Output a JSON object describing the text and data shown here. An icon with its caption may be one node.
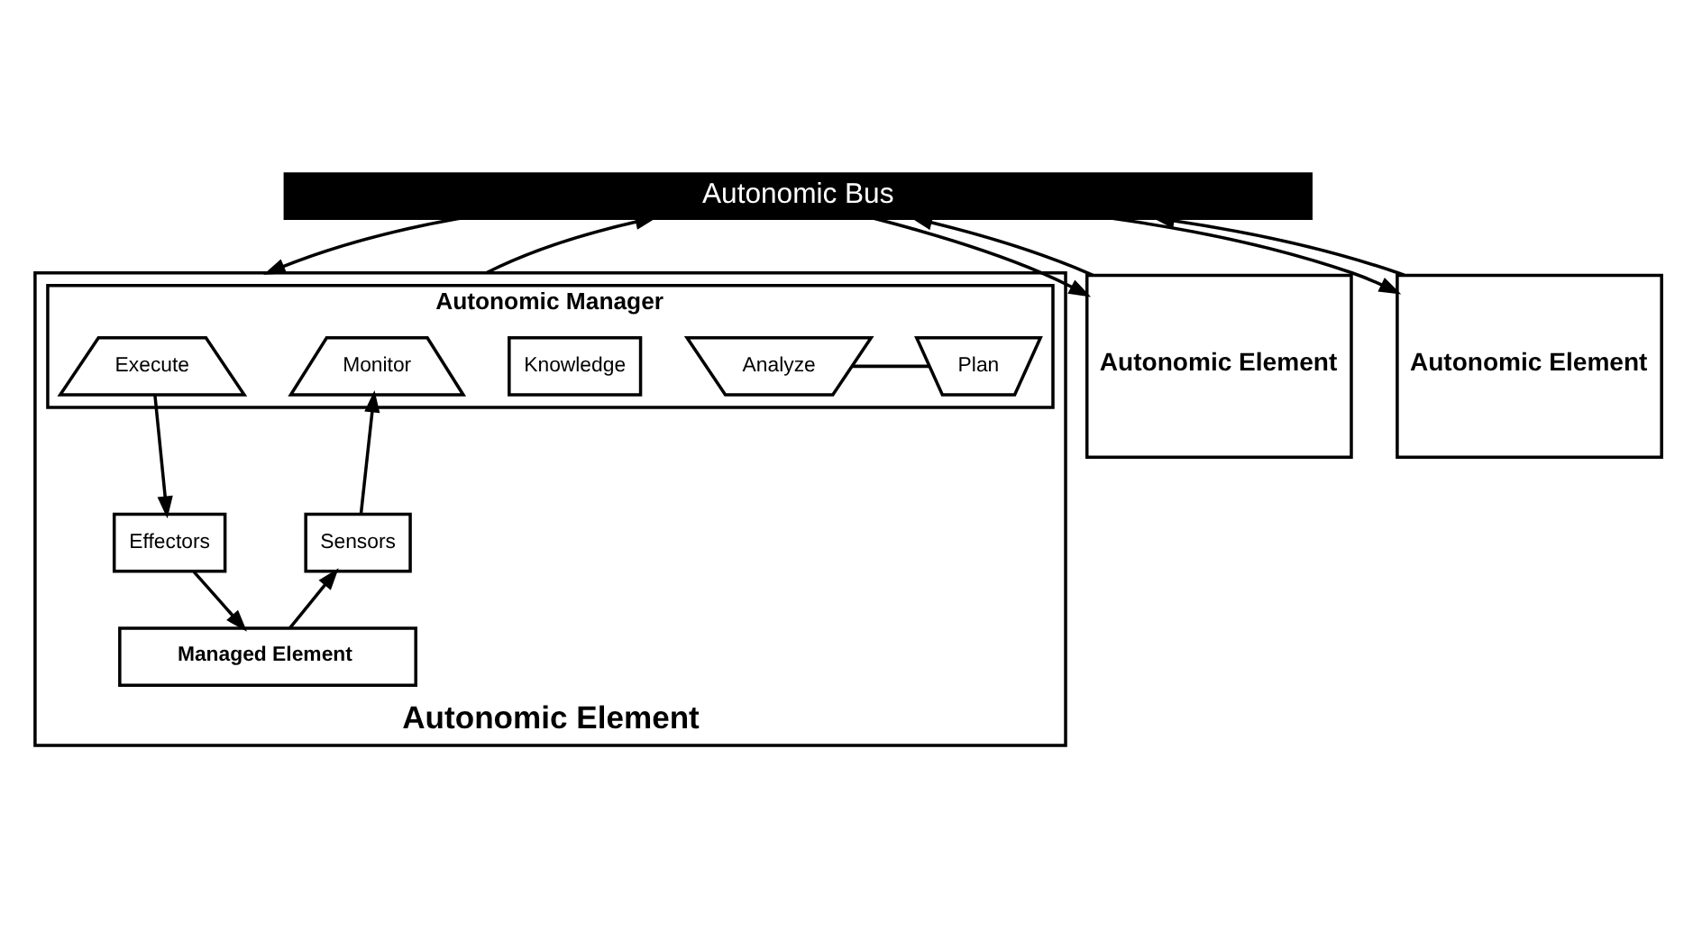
{
  "diagram": {
    "nodes": [
      {
        "text": [
          "Autonomic Bus"
        ]
      },
      {
        "text": [
          "Autonomic Element"
        ]
      },
      {
        "text": [
          "Autonomic Manager"
        ],
        "in": 1
      },
      {
        "text": [
          "Analyze"
        ],
        "in": 2
      },
      {
        "text": [
          "Plan"
        ],
        "in": 2
      },
      {
        "text": [
          "Knowledge"
        ],
        "in": 2
      },
      {
        "text": [
          "Monitor"
        ],
        "in": 2
      },
      {
        "text": [
          "Execute"
        ],
        "in": 2
      },
      {
        "text": [
          "Sensors"
        ],
        "in": 1
      },
      {
        "text": [
          "Effectors"
        ],
        "in": 1
      },
      {
        "text": [
          "Managed Element"
        ],
        "in": 1
      },
      {
        "text": [
          "Autonomic Element"
        ]
      },
      {
        "text": [
          "Autonomic Element"
        ]
      }
    ],
    "edges": [
      {
        "from": 1,
        "to": 0,
        "arrow": "to"
      },
      {
        "from": 0,
        "to": 1,
        "arrow": "to"
      },
      {
        "from": 11,
        "to": 0,
        "arrow": "to"
      },
      {
        "from": 0,
        "to": 11,
        "arrow": "to"
      },
      {
        "from": 12,
        "to": 0,
        "arrow": "to"
      },
      {
        "from": 0,
        "to": 12,
        "arrow": "to"
      },
      {
        "from": 3,
        "to": 4,
        "arrow": "none"
      },
      {
        "from": 8,
        "to": 6,
        "arrow": "to"
      },
      {
        "from": 7,
        "to": 9,
        "arrow": "to"
      },
      {
        "from": 9,
        "to": 10,
        "arrow": "to"
      },
      {
        "from": 10,
        "to": 8,
        "arrow": "to"
      }
    ]
  }
}
